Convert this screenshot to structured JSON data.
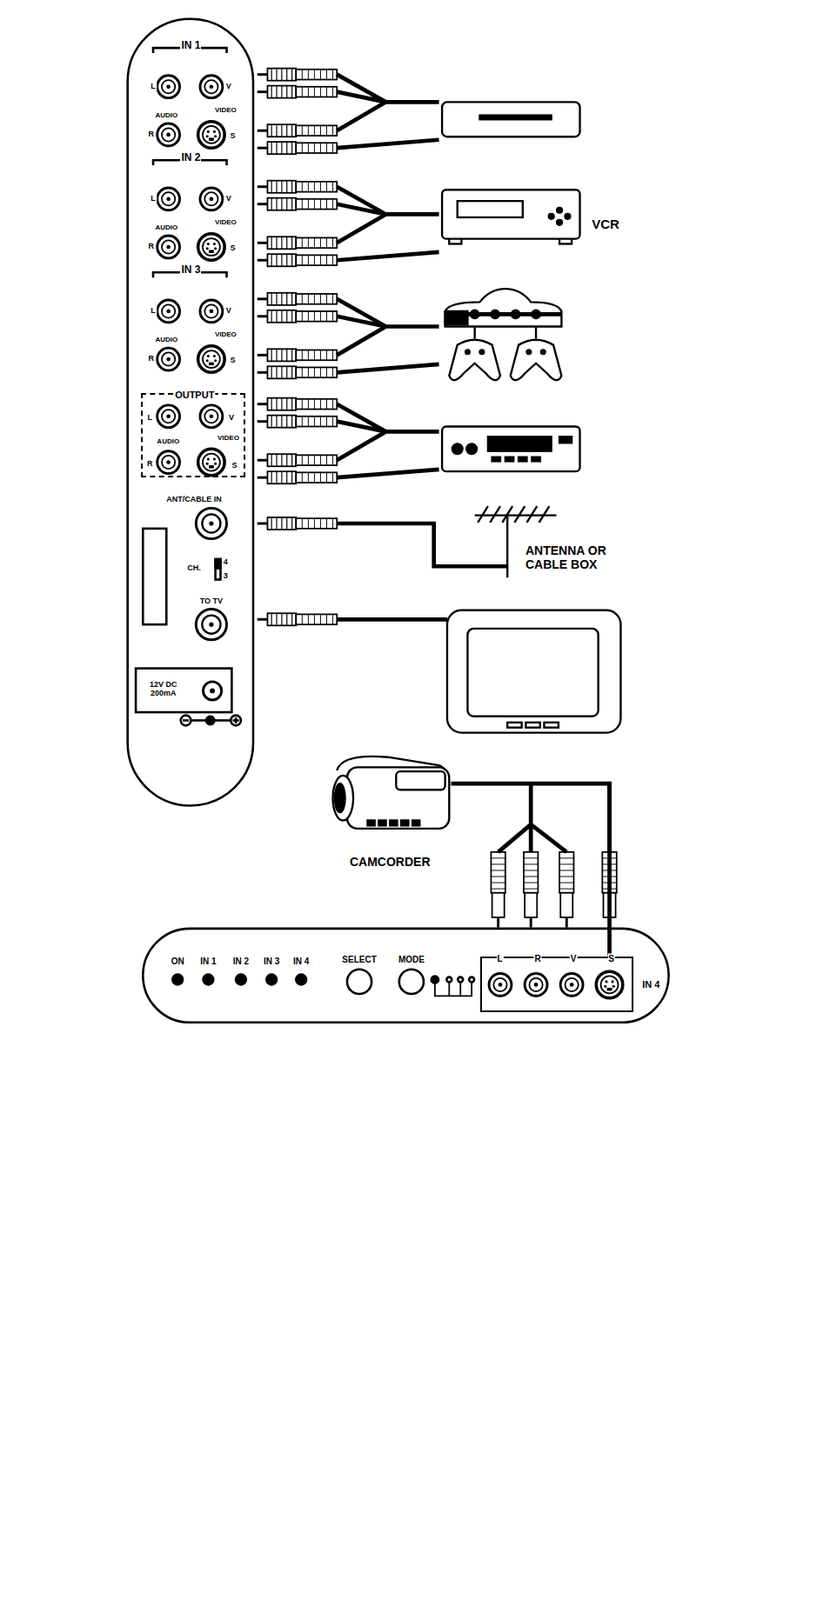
{
  "diagram": {
    "nodes": [
      {
        "text": [
          "OUTPUT",
          "L",
          "AUDIO",
          "R",
          "V",
          "VIDEO",
          "S"
        ]
      },
      {
        "text": [
          "VCR"
        ]
      },
      {
        "text": [
          "ANTENNA OR CABLE BOX"
        ]
      },
      {
        "text": [
          "CAMCORDER"
        ]
      },
      {
        "text": [
          "L",
          "R",
          "V",
          "S",
          "IN 4"
        ]
      }
    ],
    "edges": [
      {
        "from": 3,
        "to": 4,
        "arrow": "none"
      }
    ],
    "labels": [
      "IN 1",
      "L",
      "V",
      "AUDIO",
      "VIDEO",
      "R",
      "S",
      "IN 2",
      "L",
      "V",
      "AUDIO",
      "VIDEO",
      "R",
      "S",
      "IN 3",
      "L",
      "V",
      "AUDIO",
      "VIDEO",
      "R",
      "S",
      "ANT/CABLE IN",
      "CH.",
      "4",
      "3",
      "TO TV",
      "12V DC 200mA",
      "ON",
      "IN 1",
      "IN 2",
      "IN 3",
      "IN 4",
      "SELECT",
      "MODE"
    ]
  }
}
